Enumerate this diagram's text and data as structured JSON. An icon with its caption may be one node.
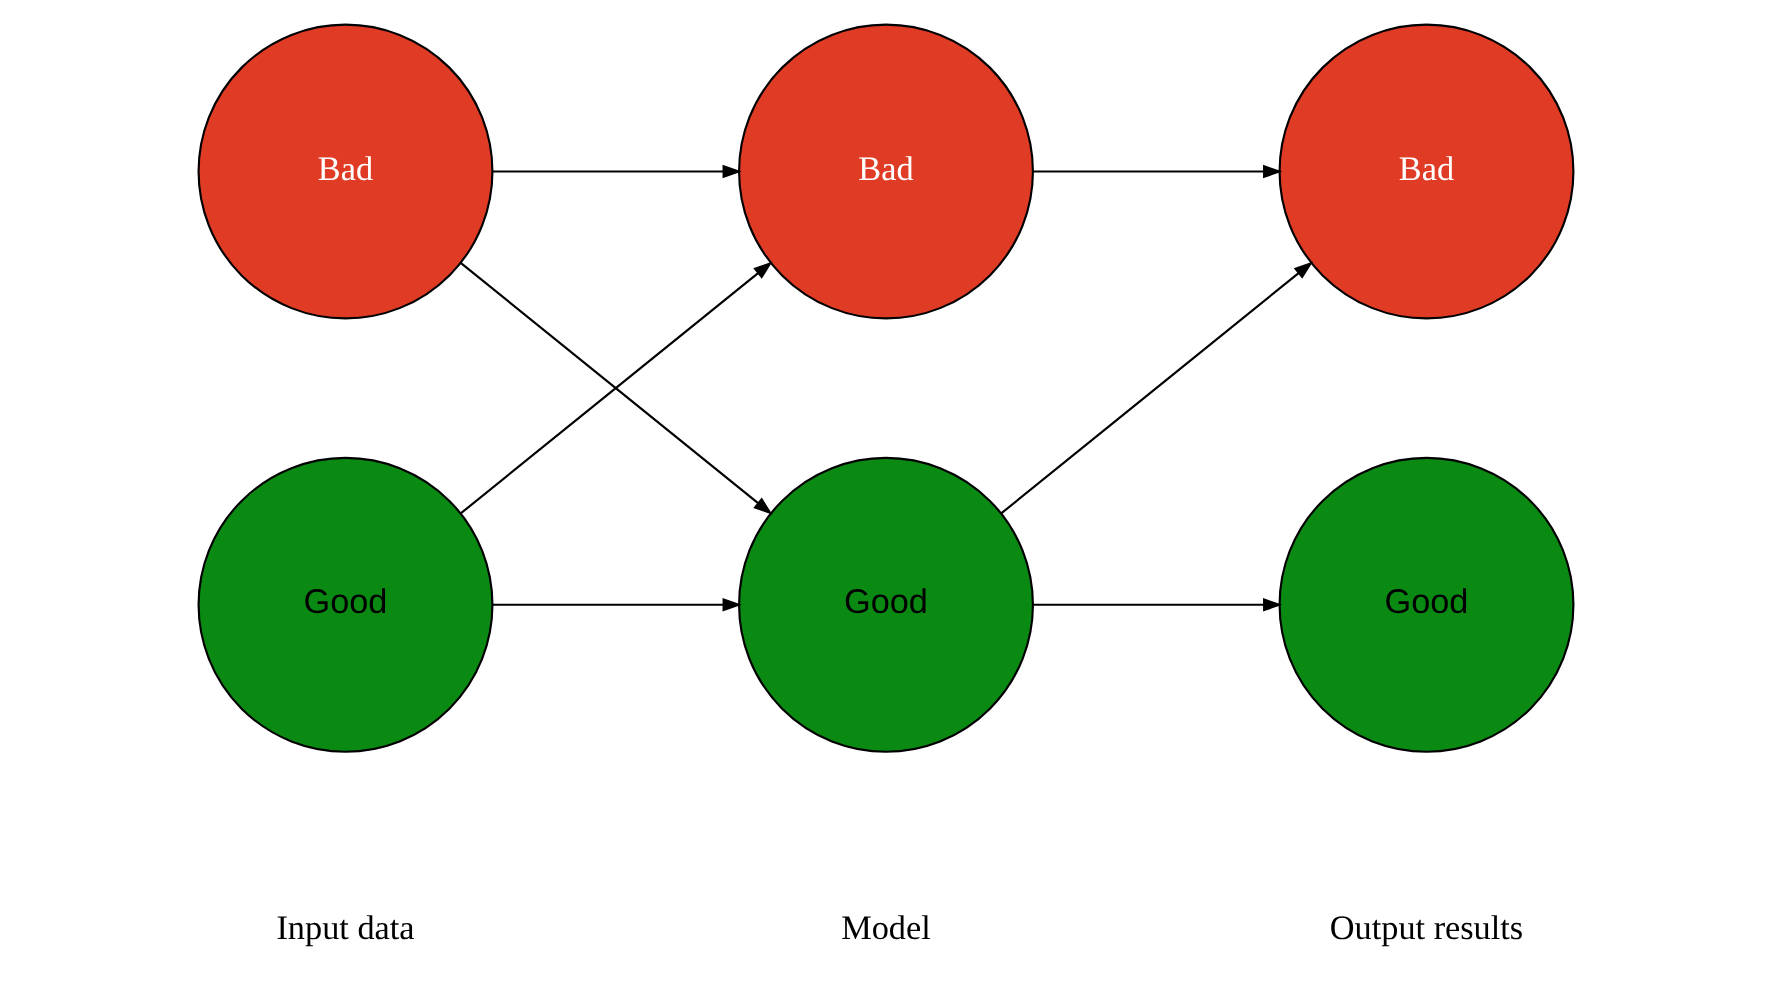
{
  "diagram": {
    "nodes": [
      {
        "text": [
          "Bad"
        ]
      },
      {
        "text": [
          "Good"
        ]
      },
      {
        "text": [
          "Bad"
        ]
      },
      {
        "text": [
          "Good"
        ]
      },
      {
        "text": [
          "Bad"
        ]
      },
      {
        "text": [
          "Good"
        ]
      }
    ],
    "edges": [
      {
        "from": 0,
        "to": 2,
        "arrow": "to"
      },
      {
        "from": 0,
        "to": 3,
        "arrow": "to"
      },
      {
        "from": 1,
        "to": 2,
        "arrow": "to"
      },
      {
        "from": 1,
        "to": 3,
        "arrow": "to"
      },
      {
        "from": 2,
        "to": 4,
        "arrow": "to"
      },
      {
        "from": 3,
        "to": 4,
        "arrow": "to"
      },
      {
        "from": 3,
        "to": 5,
        "arrow": "to"
      }
    ],
    "labels": [
      "Input data",
      "Model",
      "Output results"
    ]
  }
}
